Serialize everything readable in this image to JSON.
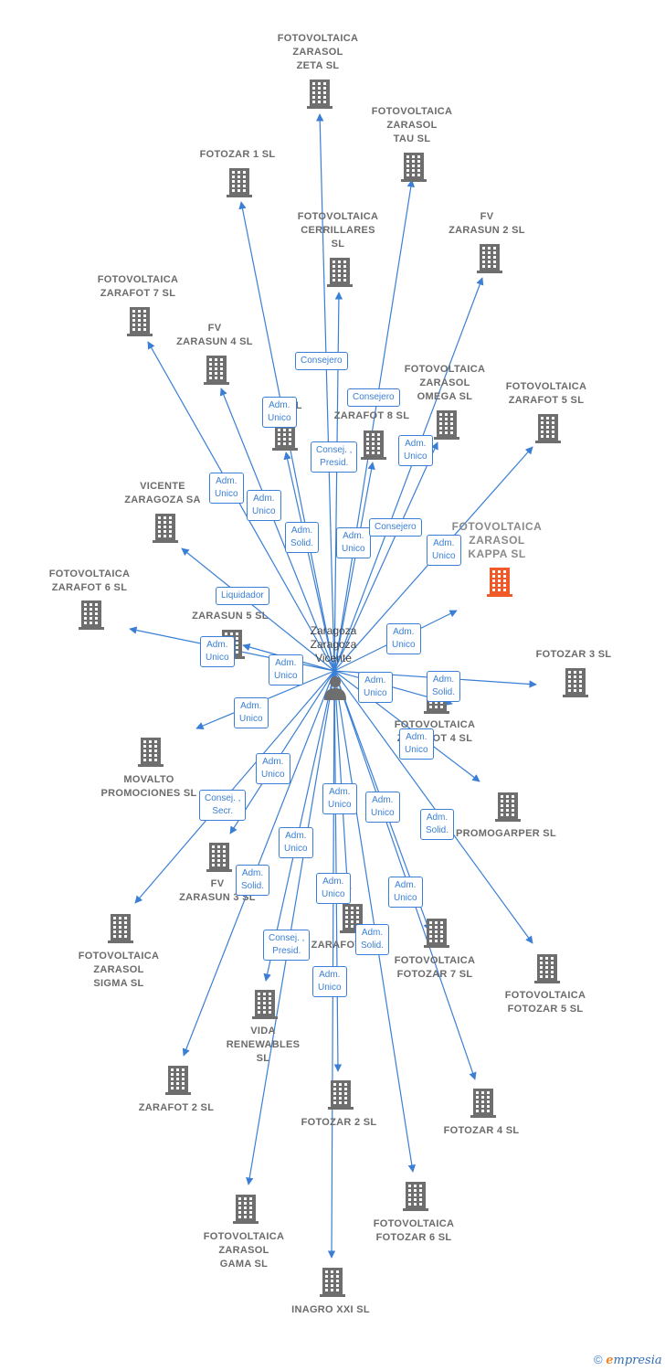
{
  "center": {
    "label": "Zaragoza\nZaragoza\nVicente",
    "icon": "person-icon"
  },
  "colors": {
    "edge": "#3a7fd5",
    "node": "#6e6e6e",
    "focus_node": "#f05a28"
  },
  "nodes": [
    {
      "id": "zeta",
      "label": "FOTOVOLTAICA\nZARASOL\nZETA  SL"
    },
    {
      "id": "tau",
      "label": "FOTOVOLTAICA\nZARASOL\nTAU  SL"
    },
    {
      "id": "fotozar1",
      "label": "FOTOZAR 1  SL"
    },
    {
      "id": "cerrillares",
      "label": "FOTOVOLTAICA\nCERRILLARES\nSL"
    },
    {
      "id": "zarasun2",
      "label": "FV\nZARASUN 2  SL"
    },
    {
      "id": "zarafot7",
      "label": "FOTOVOLTAICA\nZARAFOT 7  SL"
    },
    {
      "id": "zarasun4",
      "label": "FV\nZARASUN 4  SL"
    },
    {
      "id": "omega",
      "label": "FOTOVOLTAICA\nZARASOL\nOMEGA  SL"
    },
    {
      "id": "zarafot5",
      "label": "FOTOVOLTAICA\nZARAFOT 5  SL"
    },
    {
      "id": "zar_hidden",
      "label": "ZAR      SL"
    },
    {
      "id": "zarafot8",
      "label": "FO            \nZARAFOT 8  SL"
    },
    {
      "id": "vicente",
      "label": "VICENTE\nZARAGOZA SA"
    },
    {
      "id": "kappa",
      "label": "FOTOVOLTAICA\nZARASOL\nKAPPA  SL",
      "focus": true
    },
    {
      "id": "zarafot6",
      "label": "FOTOVOLTAICA\nZARAFOT 6  SL"
    },
    {
      "id": "zarasun5",
      "label": "ZARASUN 5  SL"
    },
    {
      "id": "fotozar3",
      "label": "FOTOZAR 3  SL"
    },
    {
      "id": "zarafot4",
      "label": "FOTOVOLTAICA\nZARAFOT 4  SL"
    },
    {
      "id": "movalto",
      "label": "MOVALTO\nPROMOCIONES SL"
    },
    {
      "id": "promogarper",
      "label": "PROMOGARPER SL"
    },
    {
      "id": "zarasun3",
      "label": "FV\nZARASUN 3  SL"
    },
    {
      "id": "sigma",
      "label": "FOTOVOLTAICA\nZARASOL\nSIGMA  SL"
    },
    {
      "id": "zarafot_mid",
      "label": "ZARAFOT"
    },
    {
      "id": "fotozar7",
      "label": "FOTOVOLTAICA\nFOTOZAR 7  SL"
    },
    {
      "id": "fotozar5",
      "label": "FOTOVOLTAICA\nFOTOZAR 5  SL"
    },
    {
      "id": "vida",
      "label": "VIDA\nRENEWABLES\nSL"
    },
    {
      "id": "zarafot2",
      "label": "ZARAFOT 2  SL"
    },
    {
      "id": "fotozar2",
      "label": "FOTOZAR 2  SL"
    },
    {
      "id": "fotozar4",
      "label": "FOTOZAR 4  SL"
    },
    {
      "id": "gama",
      "label": "FOTOVOLTAICA\nZARASOL\nGAMA  SL"
    },
    {
      "id": "fotozar6",
      "label": "FOTOVOLTAICA\nFOTOZAR 6  SL"
    },
    {
      "id": "inagro",
      "label": "INAGRO XXI SL"
    }
  ],
  "roles": [
    "Consejero",
    "Adm.\nUnico",
    "Consejero",
    "Consej. ,\nPresid.",
    "Adm.\nUnico",
    "Adm.\nUnico",
    "Adm.\nUnico",
    "Adm.\nSolid.",
    "Adm.\nUnico",
    "Consejero",
    "Adm.\nUnico",
    "Liquidador",
    "Adm.\nUnico",
    "Adm.\nUnico",
    "Adm.\nUnico",
    "Adm.\nUnico",
    "Adm.\nSolid.",
    "Adm.\nUnico",
    "Adm.\nUnico",
    "Adm.\nUnico",
    "Consej. ,\nSecr.",
    "Adm.\nUnico",
    "Adm.\nUnico",
    "Adm.\nSolid.",
    "Adm.\nUnico",
    "Adm.\nSolid.",
    "Adm.\nUnico",
    "Adm.\nUnico",
    "Consej. ,\nPresid.",
    "Adm.\nSolid.",
    "Adm.\nUnico"
  ],
  "footer": {
    "copyright": "©",
    "brand_first": "e",
    "brand_rest": "mpresia"
  }
}
